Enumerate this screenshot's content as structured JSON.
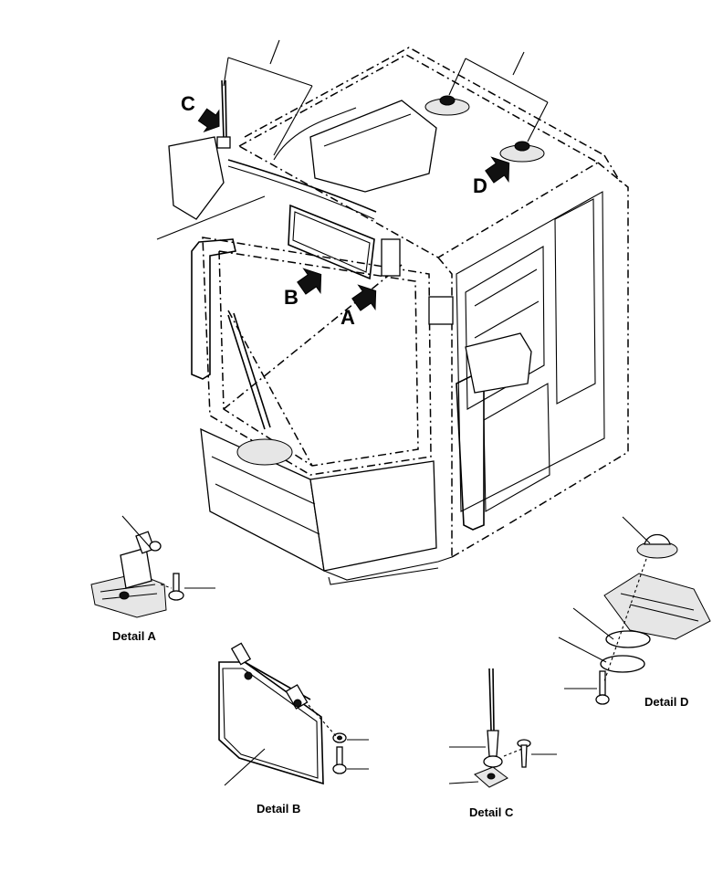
{
  "callouts": {
    "a": "A",
    "b": "B",
    "c": "C",
    "d": "D"
  },
  "details": {
    "a": "Detail A",
    "b": "Detail B",
    "c": "Detail C",
    "d": "Detail D"
  }
}
